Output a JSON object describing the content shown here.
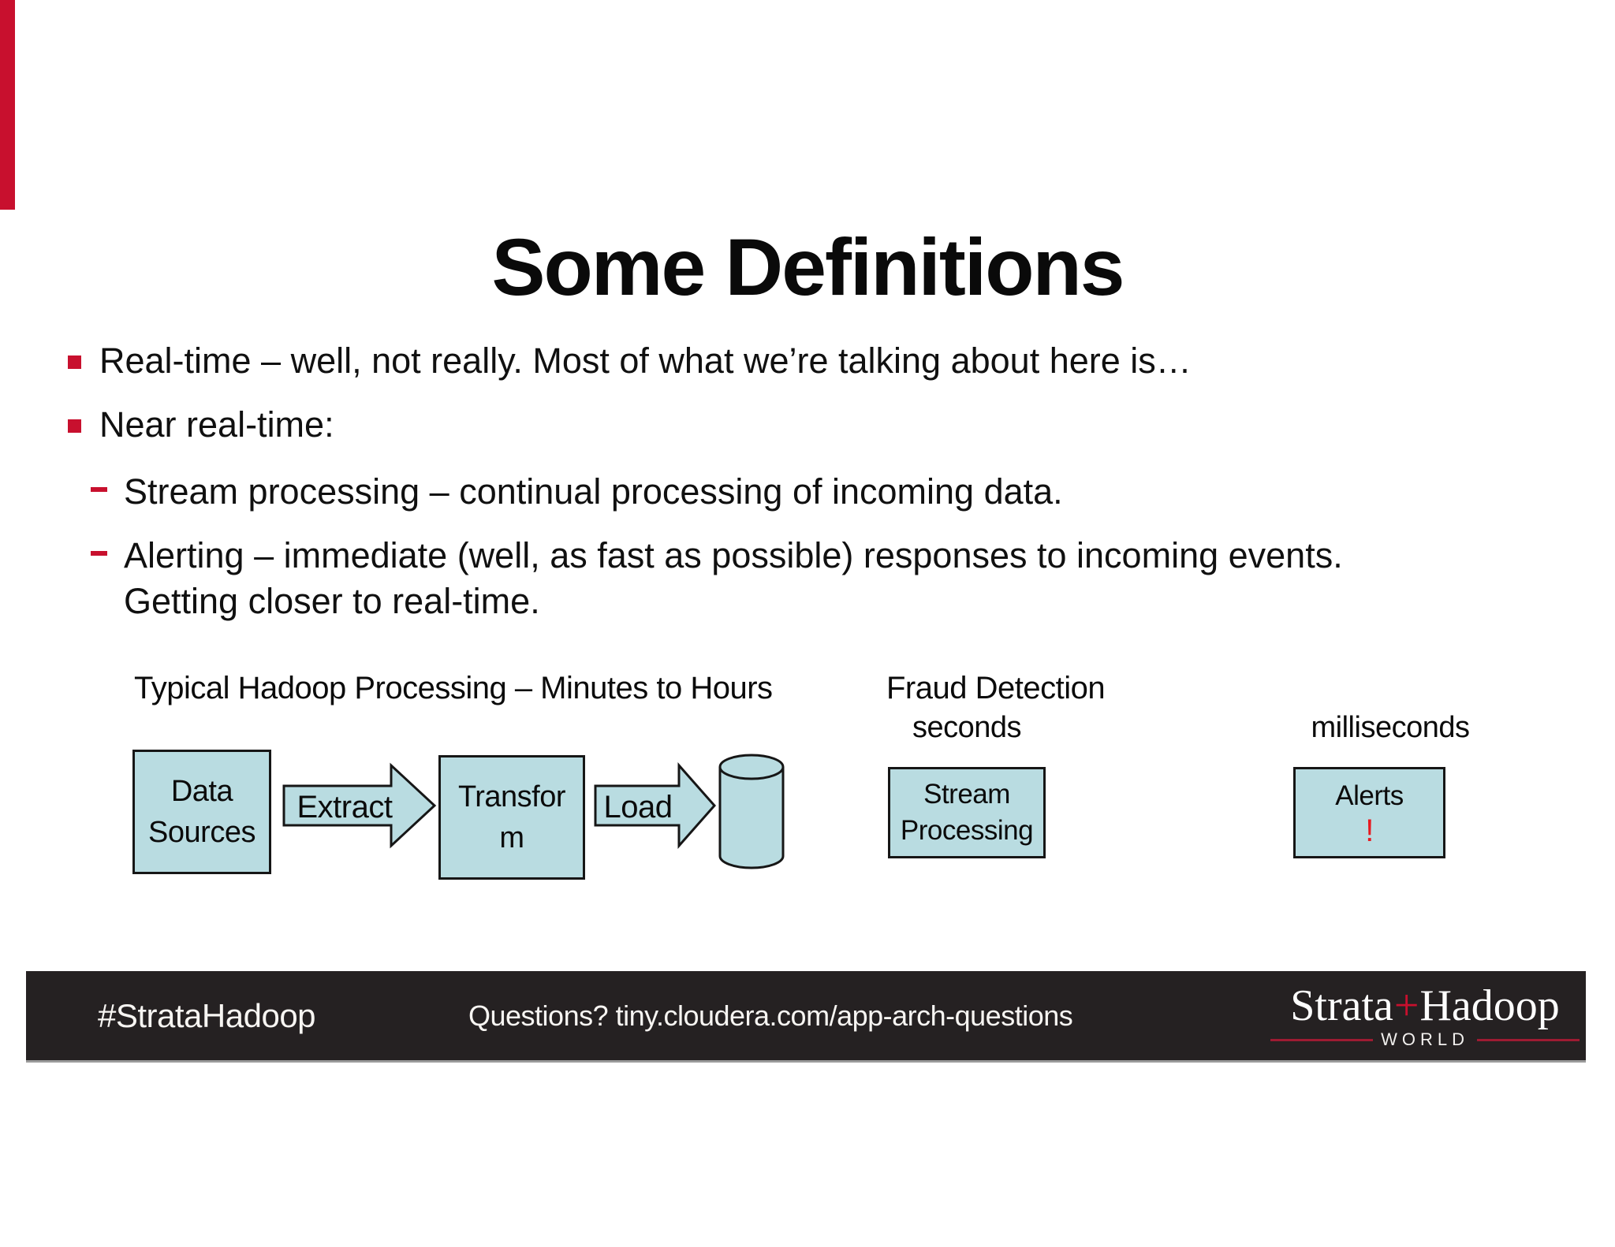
{
  "colors": {
    "accent_red": "#c8102e",
    "alert_red": "#e8191f",
    "box_fill": "#b9dce1",
    "box_border": "#161616",
    "footer_bg": "#252122",
    "logo_line_red": "#9e1b32"
  },
  "slide": {
    "title": "Some Definitions",
    "bullets": [
      {
        "level": 1,
        "text": "Real-time – well, not really. Most of what we’re talking about here is…"
      },
      {
        "level": 1,
        "text": "Near real-time:"
      },
      {
        "level": 2,
        "text": "Stream processing – continual processing of incoming data."
      },
      {
        "level": 2,
        "lines": [
          "Alerting – immediate (well, as fast as possible) responses to incoming events.",
          "Getting closer to real-time."
        ]
      }
    ]
  },
  "diagram": {
    "hadoop_label": "Typical Hadoop Processing – Minutes to Hours",
    "fraud_label": "Fraud Detection",
    "seconds_label": "seconds",
    "milliseconds_label": "milliseconds",
    "data_sources": {
      "lines": [
        "Data",
        "Sources"
      ]
    },
    "extract_label": "Extract",
    "transform": {
      "lines": [
        "Transfor",
        "m"
      ]
    },
    "load_label": "Load",
    "stream": {
      "lines": [
        "Stream",
        "Processing"
      ]
    },
    "alerts": {
      "label": "Alerts",
      "mark": "!"
    }
  },
  "footer": {
    "hashtag": "#StrataHadoop",
    "questions": "Questions? tiny.cloudera.com/app-arch-questions",
    "logo": {
      "part1": "Strata",
      "plus": "+",
      "part2": "Hadoop",
      "sub": "WORLD"
    }
  }
}
